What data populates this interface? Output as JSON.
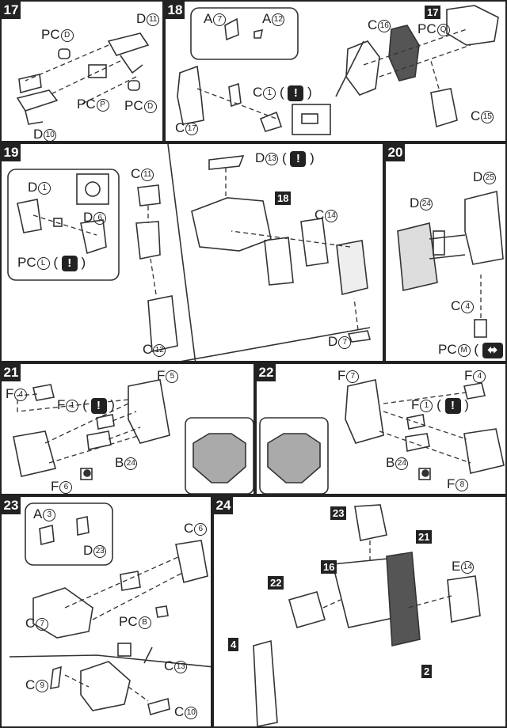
{
  "steps": {
    "s17a": {
      "no": "17",
      "labels": [
        "PC",
        "D",
        "PC",
        "PC",
        "D"
      ],
      "nums": [
        "D",
        "11",
        "P",
        "D",
        "10"
      ]
    },
    "s18": {
      "no": "18",
      "labels": [
        "A",
        "A",
        "C",
        "C",
        "C"
      ],
      "nums": [
        "7",
        "12",
        "1",
        "16",
        "17"
      ]
    },
    "s17b": {
      "ref": "17",
      "labels": [
        "PC",
        "C",
        "C"
      ],
      "nums": [
        "Q",
        "16",
        "15"
      ]
    },
    "s19": {
      "no": "19",
      "labels": [
        "D",
        "D",
        "PC",
        "C",
        "C",
        "D",
        "C",
        "D"
      ],
      "nums": [
        "1",
        "6",
        "L",
        "11",
        "12",
        "13",
        "14",
        "7"
      ],
      "ref": "18"
    },
    "s20": {
      "no": "20",
      "labels": [
        "D",
        "D",
        "C",
        "PC"
      ],
      "nums": [
        "24",
        "25",
        "4",
        "M"
      ]
    },
    "s21": {
      "no": "21",
      "labels": [
        "F",
        "F",
        "F",
        "B",
        "F"
      ],
      "nums": [
        "4",
        "1",
        "5",
        "24",
        "6"
      ]
    },
    "s22": {
      "no": "22",
      "labels": [
        "F",
        "F",
        "F",
        "B",
        "F"
      ],
      "nums": [
        "7",
        "4",
        "1",
        "24",
        "8"
      ]
    },
    "s23": {
      "no": "23",
      "labels": [
        "A",
        "D",
        "C",
        "C",
        "PC",
        "C",
        "C",
        "C"
      ],
      "nums": [
        "3",
        "23",
        "6",
        "7",
        "B",
        "9",
        "13",
        "10"
      ]
    },
    "s24": {
      "no": "24",
      "refs": [
        "23",
        "21",
        "16",
        "22",
        "4",
        "2"
      ],
      "labels": [
        "E"
      ],
      "nums": [
        "14"
      ]
    }
  },
  "symbols": {
    "warning": "!"
  }
}
